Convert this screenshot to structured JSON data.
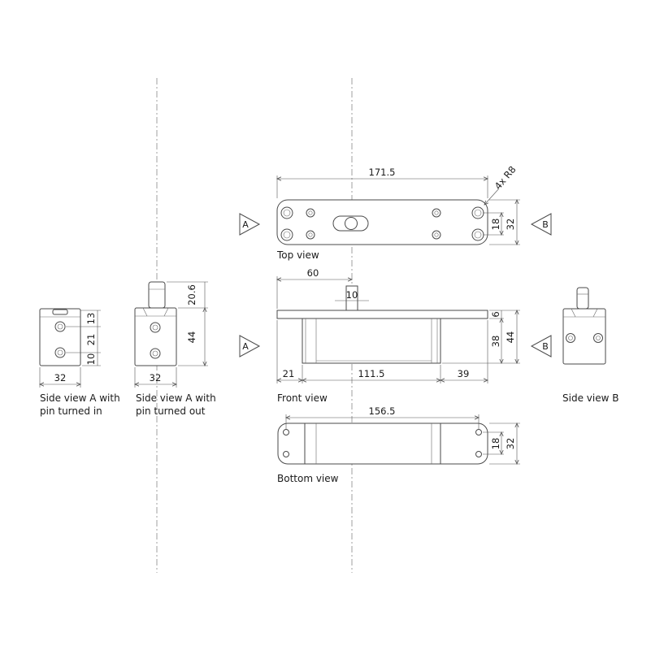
{
  "captions": {
    "top_view": "Top view",
    "front_view": "Front view",
    "bottom_view": "Bottom view",
    "side_b": "Side view B",
    "side_in_1": "Side view A with",
    "side_in_2": "pin turned in",
    "side_out_1": "Side view A with",
    "side_out_2": "pin turned out"
  },
  "markers": {
    "a": "A",
    "b": "B"
  },
  "dims": {
    "top_length": "171.5",
    "top_radius": "4x R8",
    "top_inner": "18",
    "top_outer": "32",
    "front_pin_pos": "60",
    "front_pin_w": "10",
    "front_plate": "6",
    "front_body": "38",
    "front_total": "44",
    "front_left": "21",
    "front_mid": "111.5",
    "front_right": "39",
    "bottom_length": "156.5",
    "bottom_inner": "18",
    "bottom_outer": "32",
    "in_width": "32",
    "in_13": "13",
    "in_21": "21",
    "in_10": "10",
    "out_width": "32",
    "out_pin": "20.6",
    "out_44": "44"
  }
}
